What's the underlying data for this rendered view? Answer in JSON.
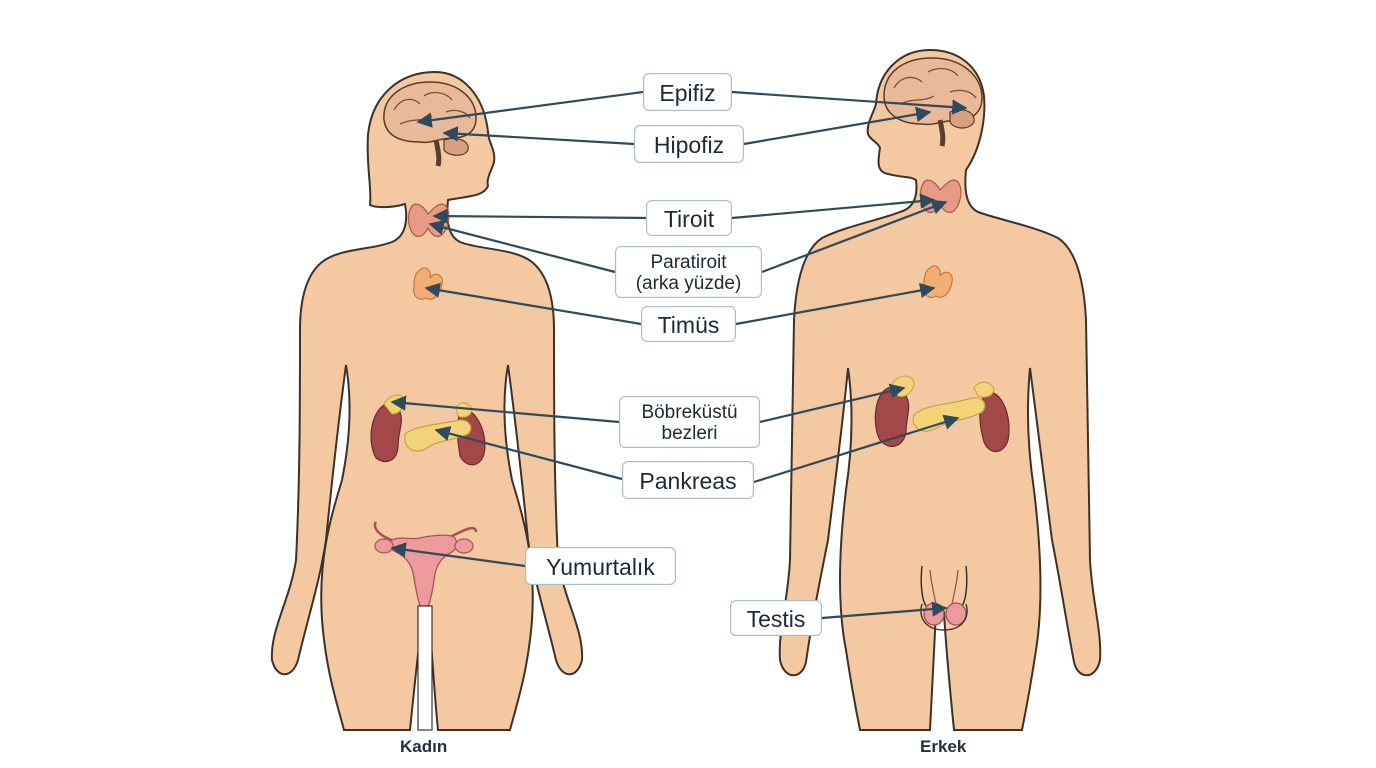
{
  "figures": {
    "female": {
      "caption": "Kadın"
    },
    "male": {
      "caption": "Erkek"
    }
  },
  "labels": {
    "epifiz": "Epifiz",
    "hipofiz": "Hipofiz",
    "tiroit": "Tiroit",
    "paratiroit_line1": "Paratiroit",
    "paratiroit_line2": "(arka yüzde)",
    "timus": "Timüs",
    "bobrekustu_line1": "Böbreküstü",
    "bobrekustu_line2": "bezleri",
    "pankreas": "Pankreas",
    "yumurtalik": "Yumurtalık",
    "testis": "Testis"
  },
  "colors": {
    "skin": "#f4c8a0",
    "outline": "#3d3129",
    "arrow": "#2f4a5c",
    "label_border": "#a9bccb",
    "kidney": "#a24848",
    "adrenal": "#f3d37a",
    "thyroid": "#e79a86",
    "thymus": "#f2ad74",
    "uterus": "#ec9a9b",
    "brain": "#e9b999"
  }
}
